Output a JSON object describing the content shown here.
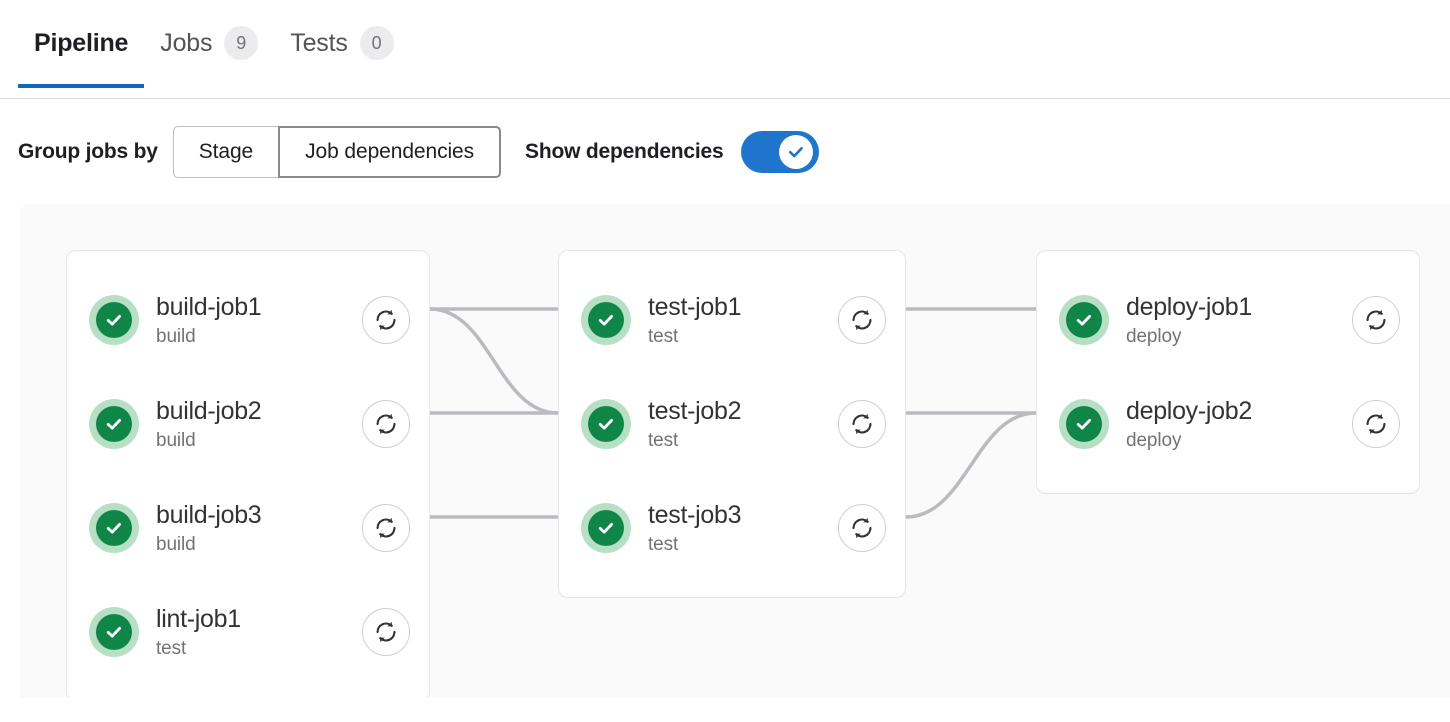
{
  "tabs": [
    {
      "label": "Pipeline",
      "badge": null,
      "active": true,
      "name": "tab-pipeline"
    },
    {
      "label": "Jobs",
      "badge": "9",
      "active": false,
      "name": "tab-jobs"
    },
    {
      "label": "Tests",
      "badge": "0",
      "active": false,
      "name": "tab-tests"
    }
  ],
  "controls": {
    "group_label": "Group jobs by",
    "segments": [
      {
        "label": "Stage",
        "selected": false
      },
      {
        "label": "Job dependencies",
        "selected": true
      }
    ],
    "show_dependencies_label": "Show dependencies",
    "toggle_on": true,
    "toggle_icon": "check-icon"
  },
  "graph": {
    "columns": [
      {
        "name": "build-column",
        "jobs": [
          {
            "name": "build-job1",
            "stage": "build",
            "status": "success",
            "status_icon": "check-circle-icon",
            "retry_icon": "retry-icon"
          },
          {
            "name": "build-job2",
            "stage": "build",
            "status": "success",
            "status_icon": "check-circle-icon",
            "retry_icon": "retry-icon"
          },
          {
            "name": "build-job3",
            "stage": "build",
            "status": "success",
            "status_icon": "check-circle-icon",
            "retry_icon": "retry-icon"
          },
          {
            "name": "lint-job1",
            "stage": "test",
            "status": "success",
            "status_icon": "check-circle-icon",
            "retry_icon": "retry-icon"
          }
        ]
      },
      {
        "name": "test-column",
        "jobs": [
          {
            "name": "test-job1",
            "stage": "test",
            "status": "success",
            "status_icon": "check-circle-icon",
            "retry_icon": "retry-icon"
          },
          {
            "name": "test-job2",
            "stage": "test",
            "status": "success",
            "status_icon": "check-circle-icon",
            "retry_icon": "retry-icon"
          },
          {
            "name": "test-job3",
            "stage": "test",
            "status": "success",
            "status_icon": "check-circle-icon",
            "retry_icon": "retry-icon"
          }
        ]
      },
      {
        "name": "deploy-column",
        "jobs": [
          {
            "name": "deploy-job1",
            "stage": "deploy",
            "status": "success",
            "status_icon": "check-circle-icon",
            "retry_icon": "retry-icon"
          },
          {
            "name": "deploy-job2",
            "stage": "deploy",
            "status": "success",
            "status_icon": "check-circle-icon",
            "retry_icon": "retry-icon"
          }
        ]
      }
    ],
    "links": [
      {
        "from": "build-job1",
        "to": "test-job1",
        "shape": "straight"
      },
      {
        "from": "build-job1",
        "to": "test-job2",
        "shape": "curve-down"
      },
      {
        "from": "build-job2",
        "to": "test-job2",
        "shape": "straight"
      },
      {
        "from": "build-job3",
        "to": "test-job3",
        "shape": "straight"
      },
      {
        "from": "test-job1",
        "to": "deploy-job1",
        "shape": "straight"
      },
      {
        "from": "test-job2",
        "to": "deploy-job2",
        "shape": "straight"
      },
      {
        "from": "test-job3",
        "to": "deploy-job2",
        "shape": "curve-up"
      }
    ]
  },
  "colors": {
    "accent": "#1068bf",
    "toggle_on": "#1f75cb",
    "status_success": "#108548",
    "status_success_ring": "#b7dfc4",
    "link_line": "#bababf",
    "graph_bg": "#fafafb"
  }
}
